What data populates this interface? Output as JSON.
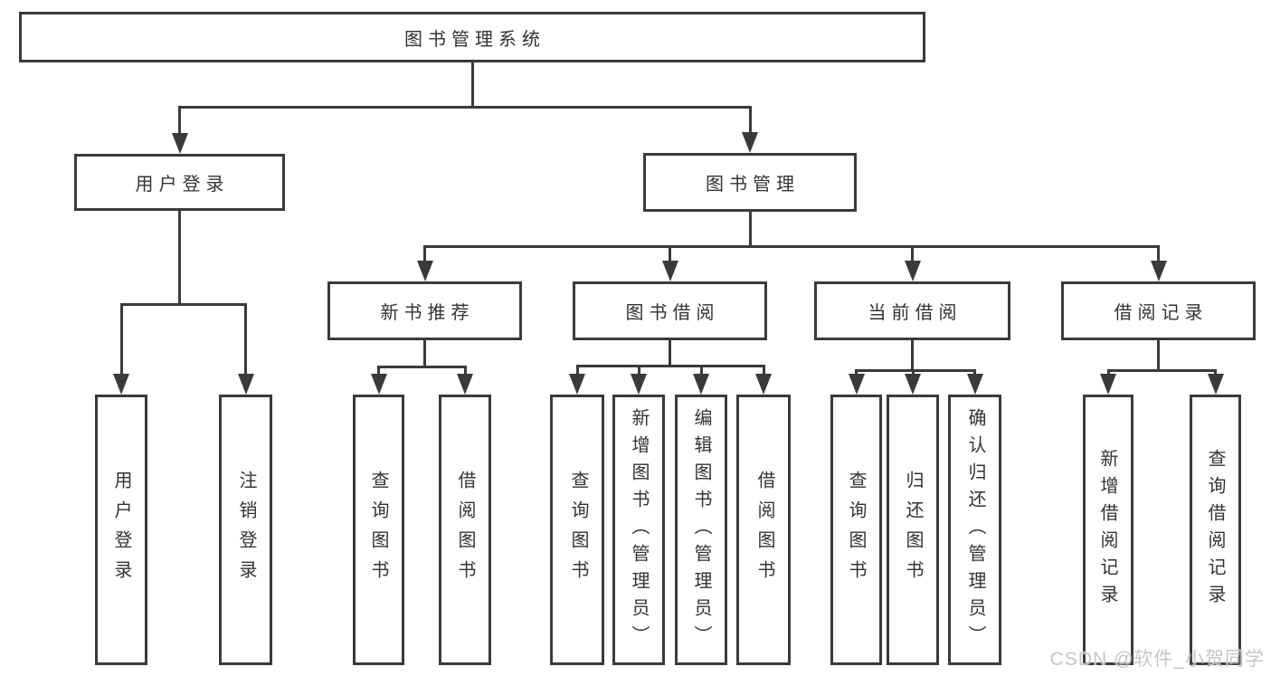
{
  "colors": {
    "background": "#ffffff",
    "line": "#3a3a3a",
    "box_border": "#3a3a3a",
    "text": "#333333",
    "watermark": "#c6c6c6"
  },
  "watermark": {
    "text": "CSDN @软件_小贺同学"
  },
  "tree": {
    "root": {
      "label": "图书管理系统",
      "children": [
        {
          "label": "用户登录",
          "children": [
            {
              "label": "用户登录"
            },
            {
              "label": "注销登录"
            }
          ]
        },
        {
          "label": "图书管理",
          "children": [
            {
              "label": "新书推荐",
              "children": [
                {
                  "label": "查询图书"
                },
                {
                  "label": "借阅图书"
                }
              ]
            },
            {
              "label": "图书借阅",
              "children": [
                {
                  "label": "查询图书"
                },
                {
                  "label": "新增图书（管理员）"
                },
                {
                  "label": "编辑图书（管理员）"
                },
                {
                  "label": "借阅图书"
                }
              ]
            },
            {
              "label": "当前借阅",
              "children": [
                {
                  "label": "查询图书"
                },
                {
                  "label": "归还图书"
                },
                {
                  "label": "确认归还（管理员）"
                }
              ]
            },
            {
              "label": "借阅记录",
              "children": [
                {
                  "label": "新增借阅记录"
                },
                {
                  "label": "查询借阅记录"
                }
              ]
            }
          ]
        }
      ]
    }
  }
}
